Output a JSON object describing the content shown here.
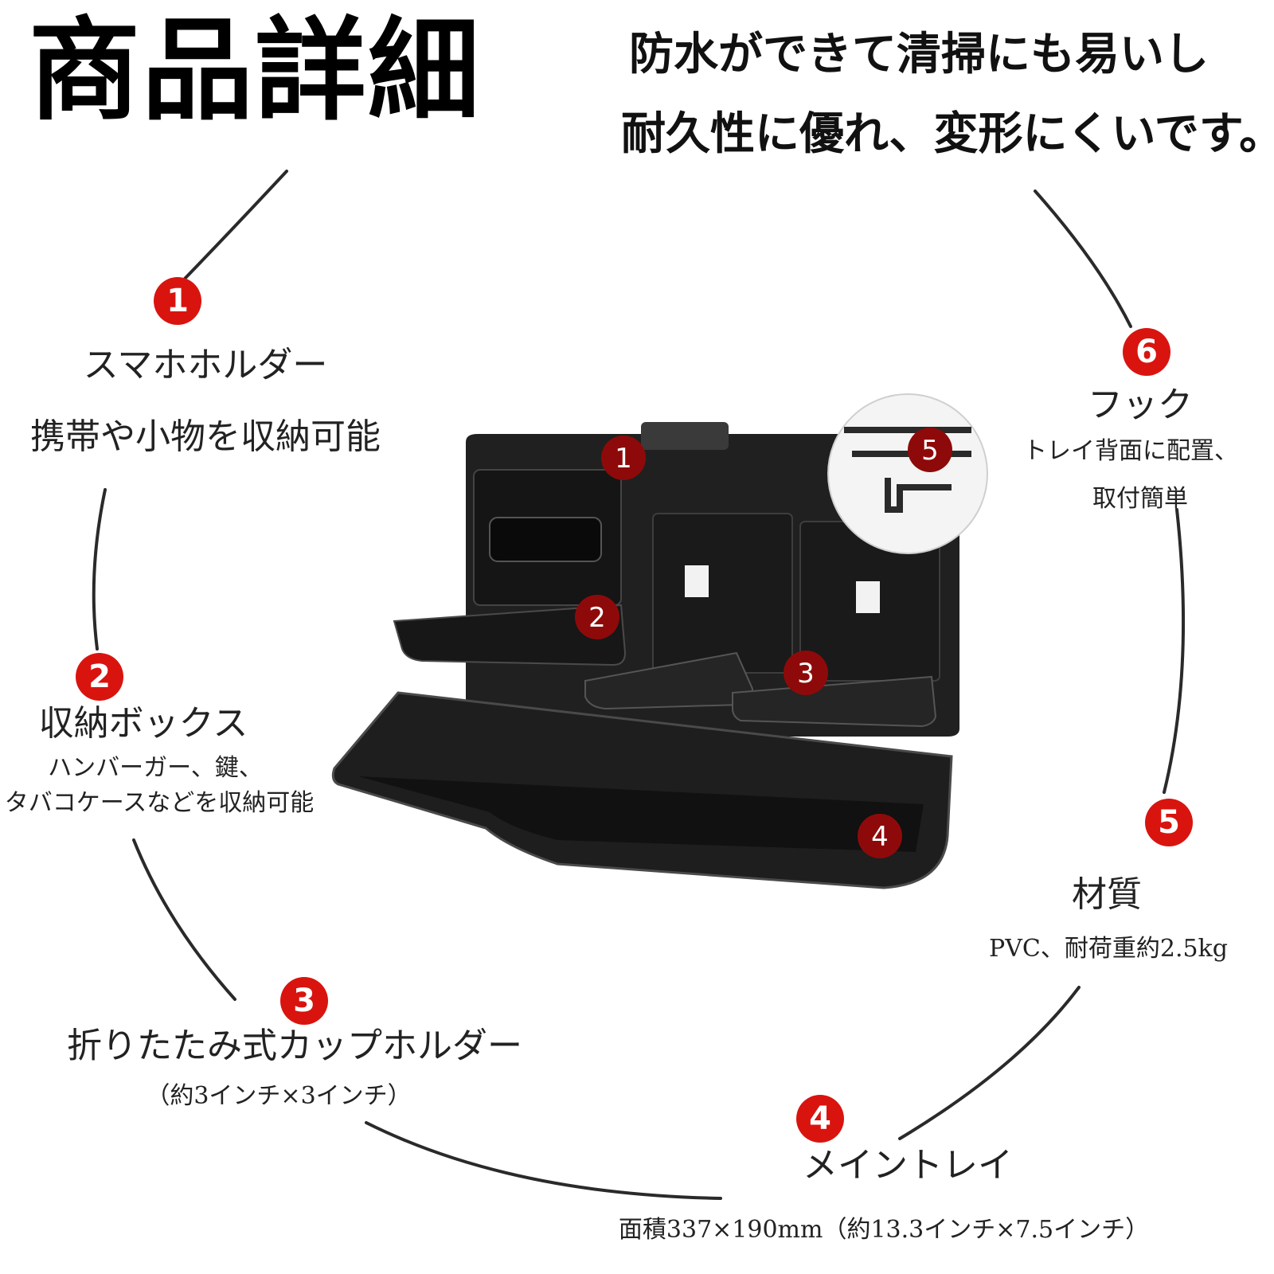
{
  "title": "商品詳細",
  "tagline": [
    "防水ができて清掃にも易いし",
    "耐久性に優れ、変形にくいです。"
  ],
  "features": [
    {
      "num": "1",
      "name": "スマホホルダー",
      "desc": [
        "携帯や小物を収納可能"
      ]
    },
    {
      "num": "2",
      "name": "収納ボックス",
      "desc": [
        "ハンバーガー、鍵、",
        "タバコケースなどを収納可能"
      ]
    },
    {
      "num": "3",
      "name": "折りたたみ式カップホルダー",
      "desc": [
        "（約3インチ×3インチ）"
      ]
    },
    {
      "num": "4",
      "name": "メイントレイ",
      "desc": [
        "面積337×190mm（約13.3インチ×7.5インチ）"
      ]
    },
    {
      "num": "5",
      "name": "材質",
      "desc": [
        "PVC、耐荷重約2.5kg"
      ]
    },
    {
      "num": "6",
      "name": "フック",
      "desc": [
        "トレイ背面に配置、",
        "取付簡単"
      ]
    }
  ],
  "colors": {
    "badge": "#d9140f",
    "product": "#1c1c1c",
    "marker": "#8e0a0a"
  }
}
